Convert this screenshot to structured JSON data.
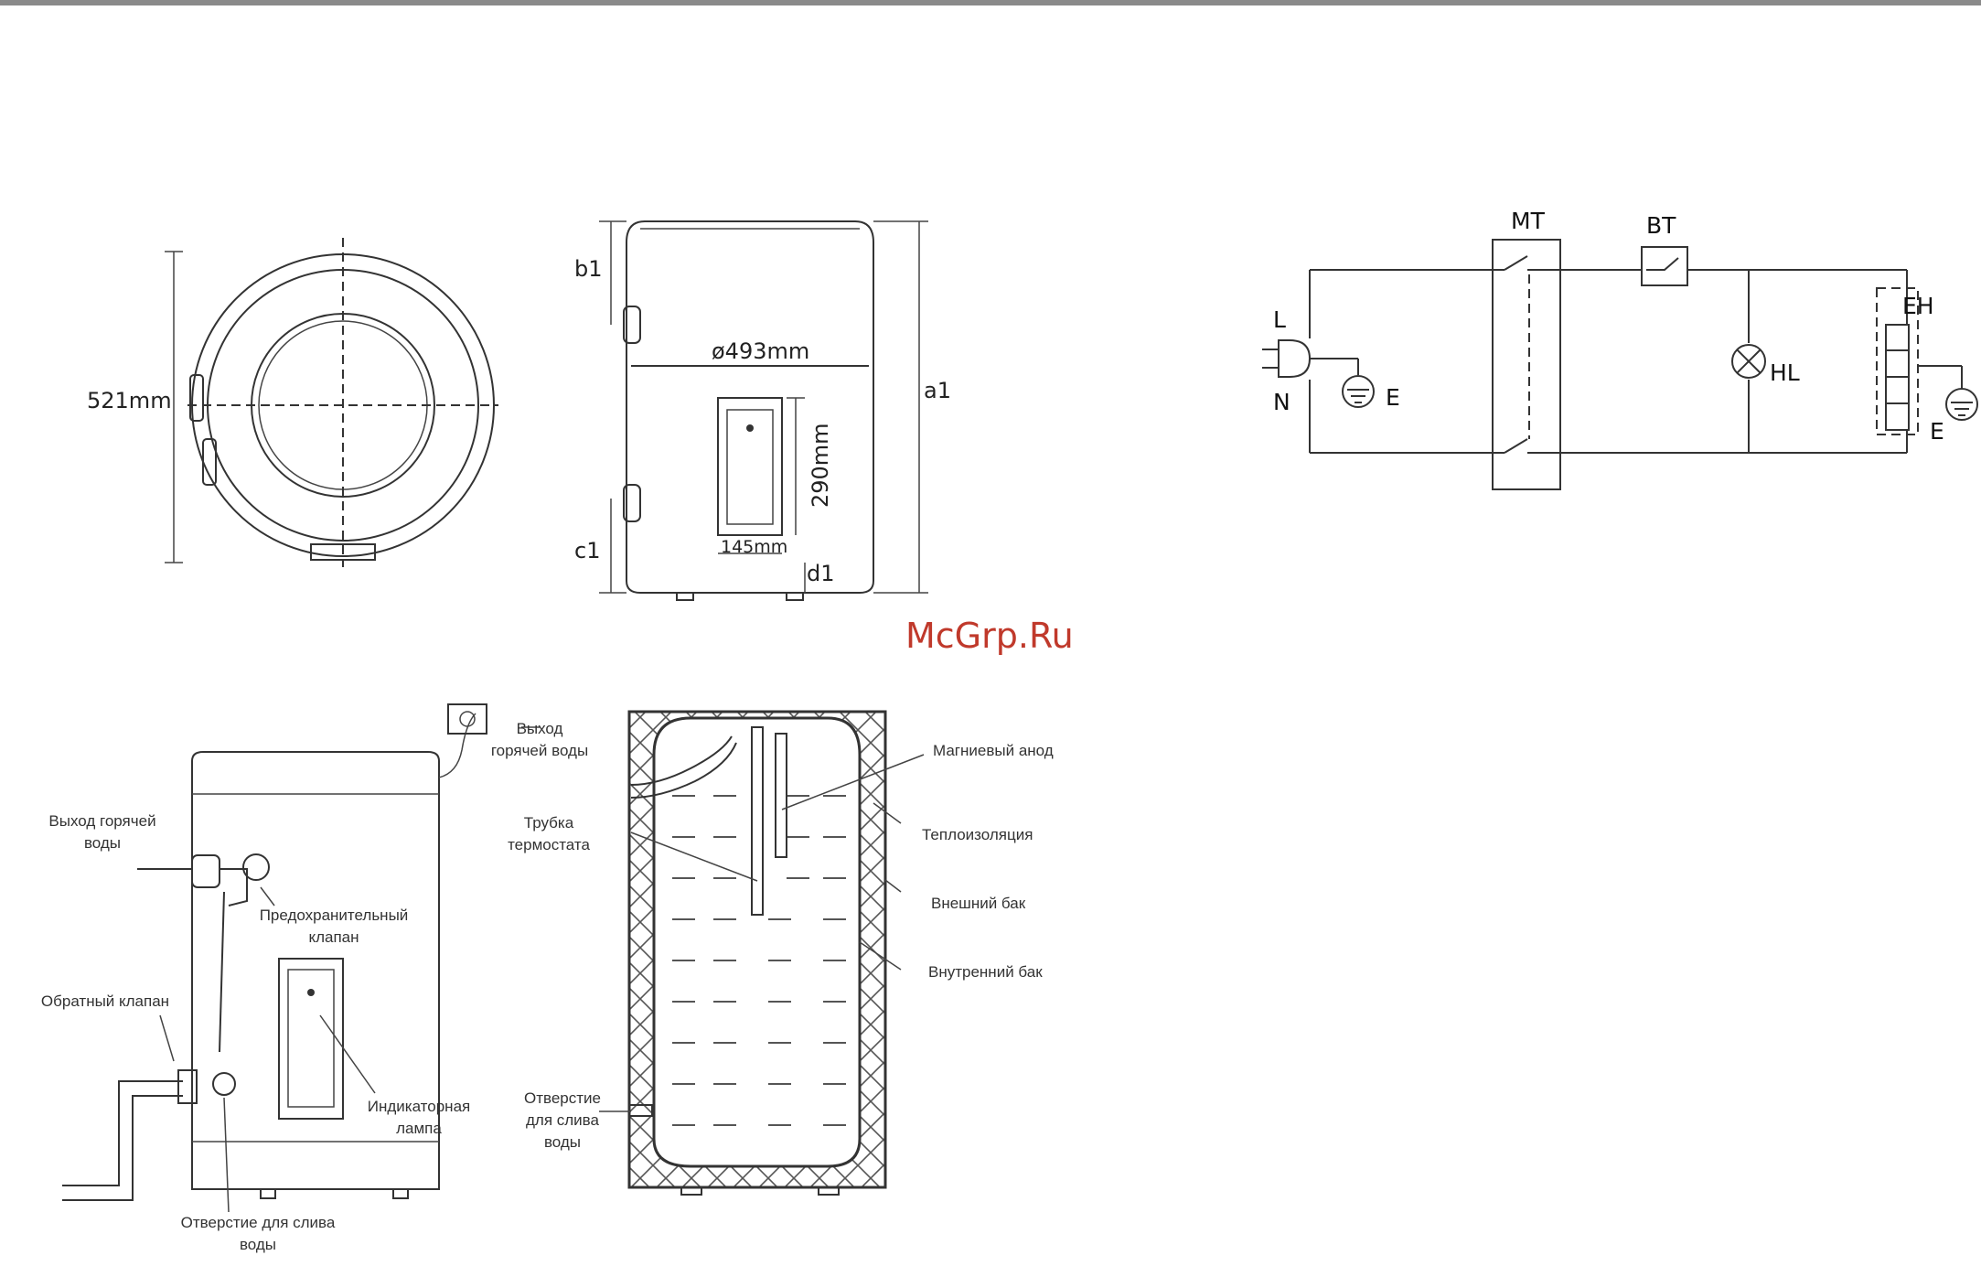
{
  "watermark": "McGrp.Ru",
  "top_view": {
    "width_label": "521mm"
  },
  "side_view": {
    "diameter_label": "ø493mm",
    "panel_height_label": "290mm",
    "panel_width_label": "145mm",
    "dim_b1": "b1",
    "dim_c1": "c1",
    "dim_d1": "d1",
    "dim_a1": "a1"
  },
  "schematic": {
    "L": "L",
    "N": "N",
    "E_left": "E",
    "MT": "MT",
    "BT": "BT",
    "HL": "HL",
    "EH": "EH",
    "E_right": "E"
  },
  "exterior_labels": {
    "hot_water_outlet_top_1": "Выход",
    "hot_water_outlet_top_2": "горячей воды",
    "hot_water_outlet_left_1": "Выход горячей",
    "hot_water_outlet_left_2": "воды",
    "safety_valve_1": "Предохранительный",
    "safety_valve_2": "клапан",
    "check_valve": "Обратный клапан",
    "indicator_lamp_1": "Индикаторная",
    "indicator_lamp_2": "лампа",
    "drain_hole_1": "Отверстие для слива",
    "drain_hole_2": "воды"
  },
  "section_labels": {
    "magnesium_anode": "Магниевый анод",
    "thermostat_tube_1": "Трубка",
    "thermostat_tube_2": "термостата",
    "insulation": "Теплоизоляция",
    "outer_tank": "Внешний бак",
    "inner_tank": "Внутренний бак",
    "drain_1": "Отверстие",
    "drain_2": "для слива",
    "drain_3": "воды"
  }
}
